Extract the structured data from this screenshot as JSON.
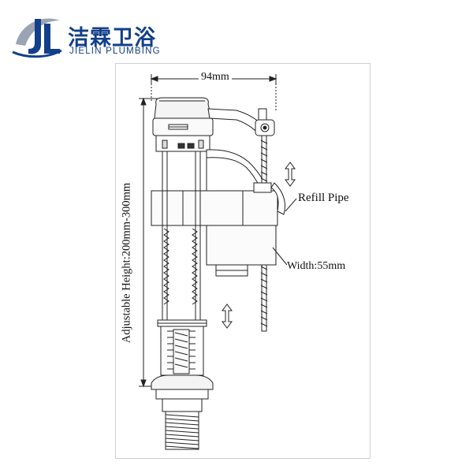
{
  "brand": {
    "name_cn": "洁霖卫浴",
    "name_en": "JIELIN PLUMBING",
    "color_primary": "#123f8a",
    "color_accent": "#9aa4b4"
  },
  "dimensions": {
    "width_label": "94mm",
    "height_label": "Adjustable Height:200mm-300mm",
    "refill_label": "Refill Pipe",
    "side_label": "Width:55mm"
  },
  "icons": [
    "logo-mark",
    "up-down-arrow-icon"
  ]
}
